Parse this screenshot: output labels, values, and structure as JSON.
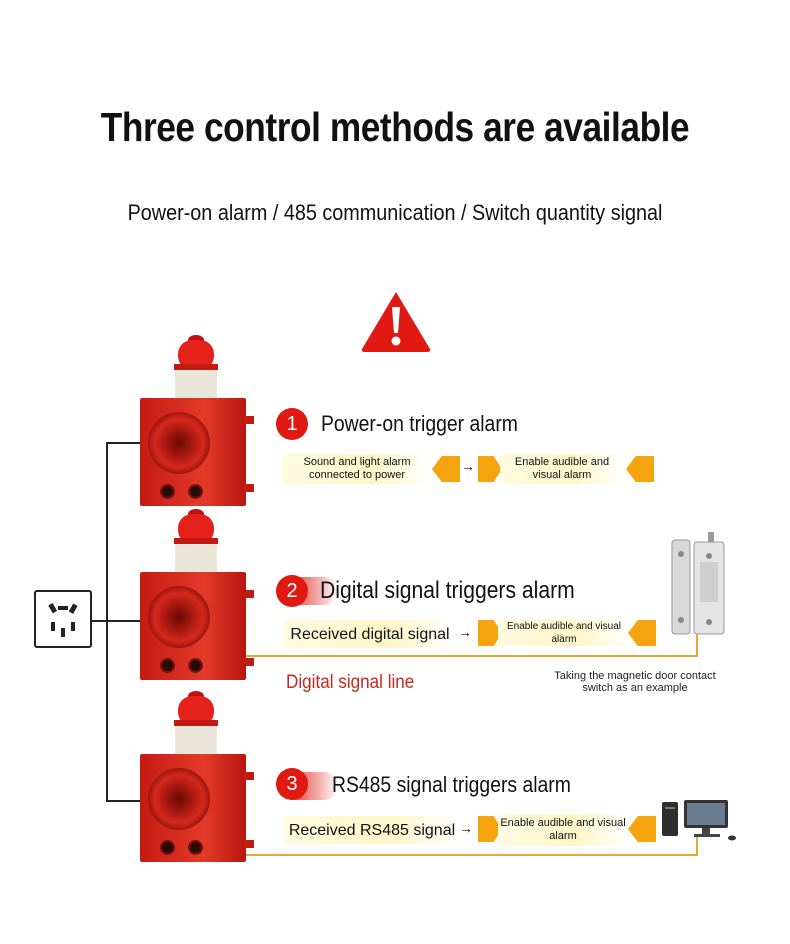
{
  "header": {
    "title": "Three control methods are available",
    "subtitle": "Power-on alarm / 485 communication / Switch quantity signal"
  },
  "icons": {
    "warning": "warning-triangle-icon",
    "socket": "power-socket-icon",
    "door_sensor": "magnetic-door-contact-icon",
    "computer": "computer-icon"
  },
  "methods": [
    {
      "number": "1",
      "heading": "Power-on trigger alarm",
      "input_label": "Sound and light alarm connected to power",
      "result_label": "Enable audible and visual alarm"
    },
    {
      "number": "2",
      "heading": "Digital signal triggers alarm",
      "input_label": "Received digital signal",
      "result_label": "Enable audible and visual alarm",
      "line_label": "Digital signal line",
      "device_caption": "Taking the magnetic door contact switch as an example"
    },
    {
      "number": "3",
      "heading": "RS485 signal triggers alarm",
      "input_label": "Received RS485 signal",
      "result_label": "Enable audible and visual alarm"
    }
  ],
  "colors": {
    "accent_red": "#e01912",
    "accent_orange": "#f5a40f",
    "line_red_text": "#c62a20"
  }
}
